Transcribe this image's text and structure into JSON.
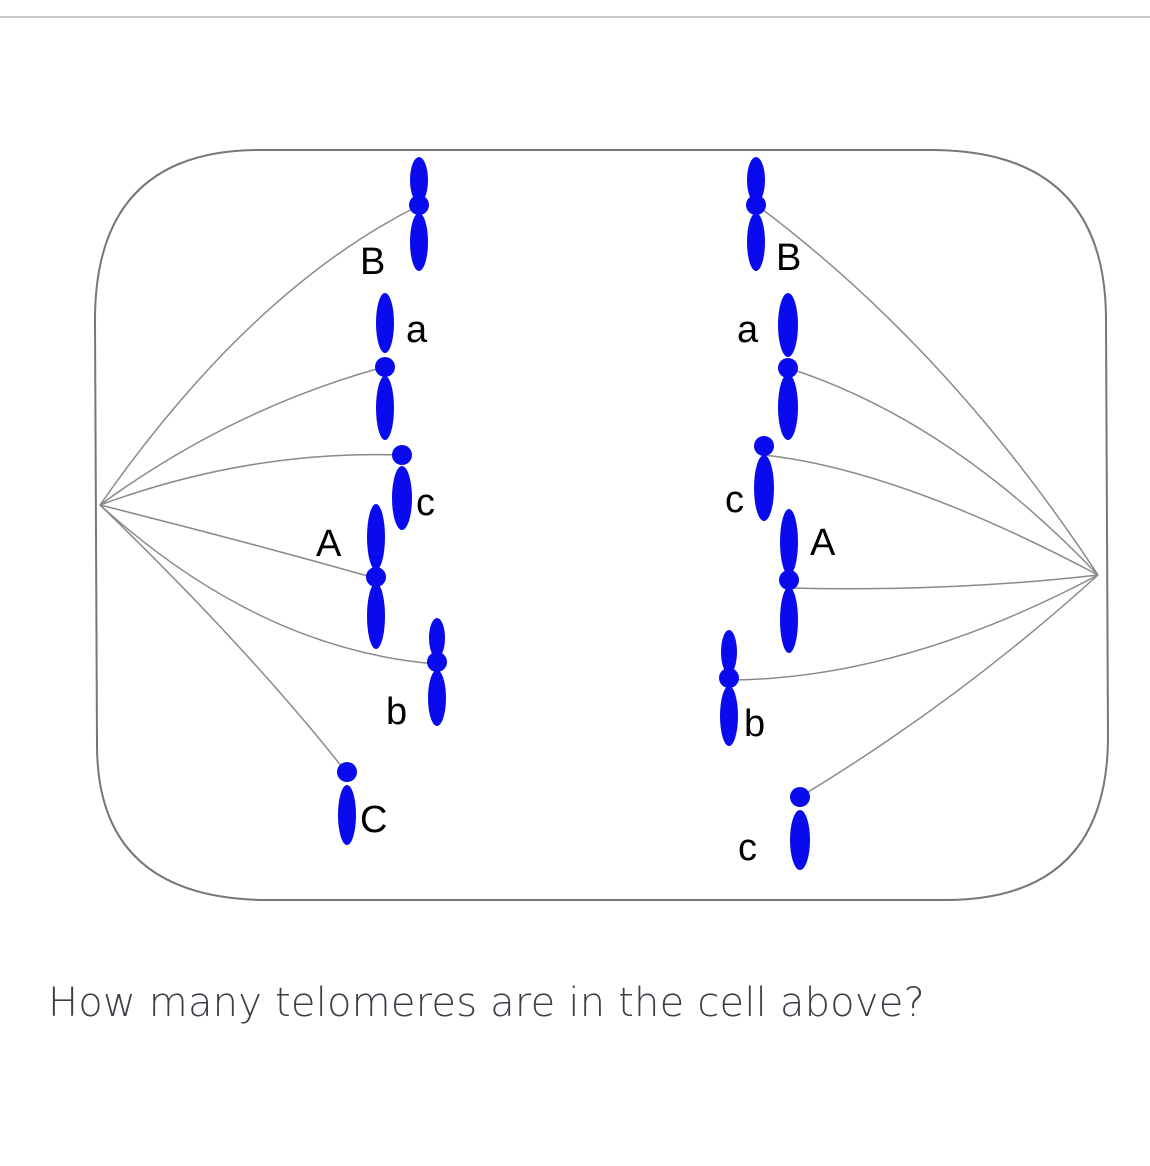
{
  "diagram": {
    "chromosome_color": "#0a0aee",
    "line_color": "#8a8a8a",
    "cell_border_color": "#777777",
    "left_cell_labels": {
      "B_upper": "B",
      "a_upper": "a",
      "c_small": "c",
      "A_mid": "A",
      "b_lower": "b",
      "C_bottom": "C"
    },
    "right_cell_labels": {
      "B_upper": "B",
      "a_upper": "a",
      "c_small": "c",
      "A_mid": "A",
      "b_lower": "b",
      "c_bottom": "c"
    }
  },
  "question": {
    "text": "How many telomeres are in the cell above?"
  }
}
